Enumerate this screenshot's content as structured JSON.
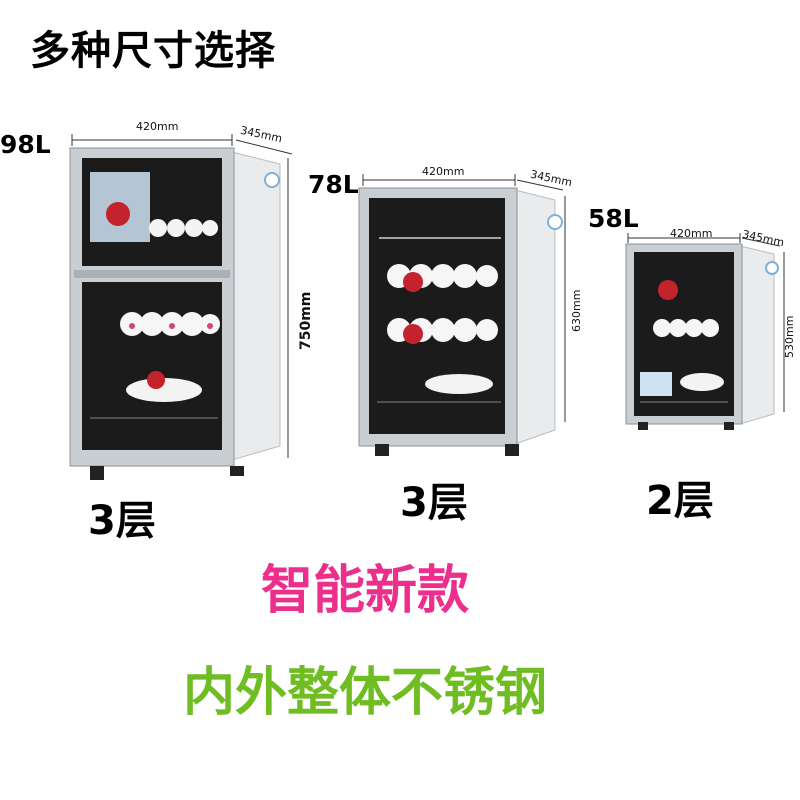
{
  "heading": "多种尺寸选择",
  "cabinets": [
    {
      "capacity": "98L",
      "width": "420mm",
      "depth": "345mm",
      "height": "750mm",
      "layers": "3层"
    },
    {
      "capacity": "78L",
      "width": "420mm",
      "depth": "345mm",
      "height": "630mm",
      "layers": "3层"
    },
    {
      "capacity": "58L",
      "width": "420mm",
      "depth": "345mm",
      "height": "530mm",
      "layers": "2层"
    }
  ],
  "tagline_1": "智能新款",
  "tagline_2": "内外整体不锈钢",
  "colors": {
    "tagline_1": "#ec2f8c",
    "tagline_2": "#6fbd22",
    "frame": "#c9ced3",
    "glass": "#1a1a1a"
  }
}
